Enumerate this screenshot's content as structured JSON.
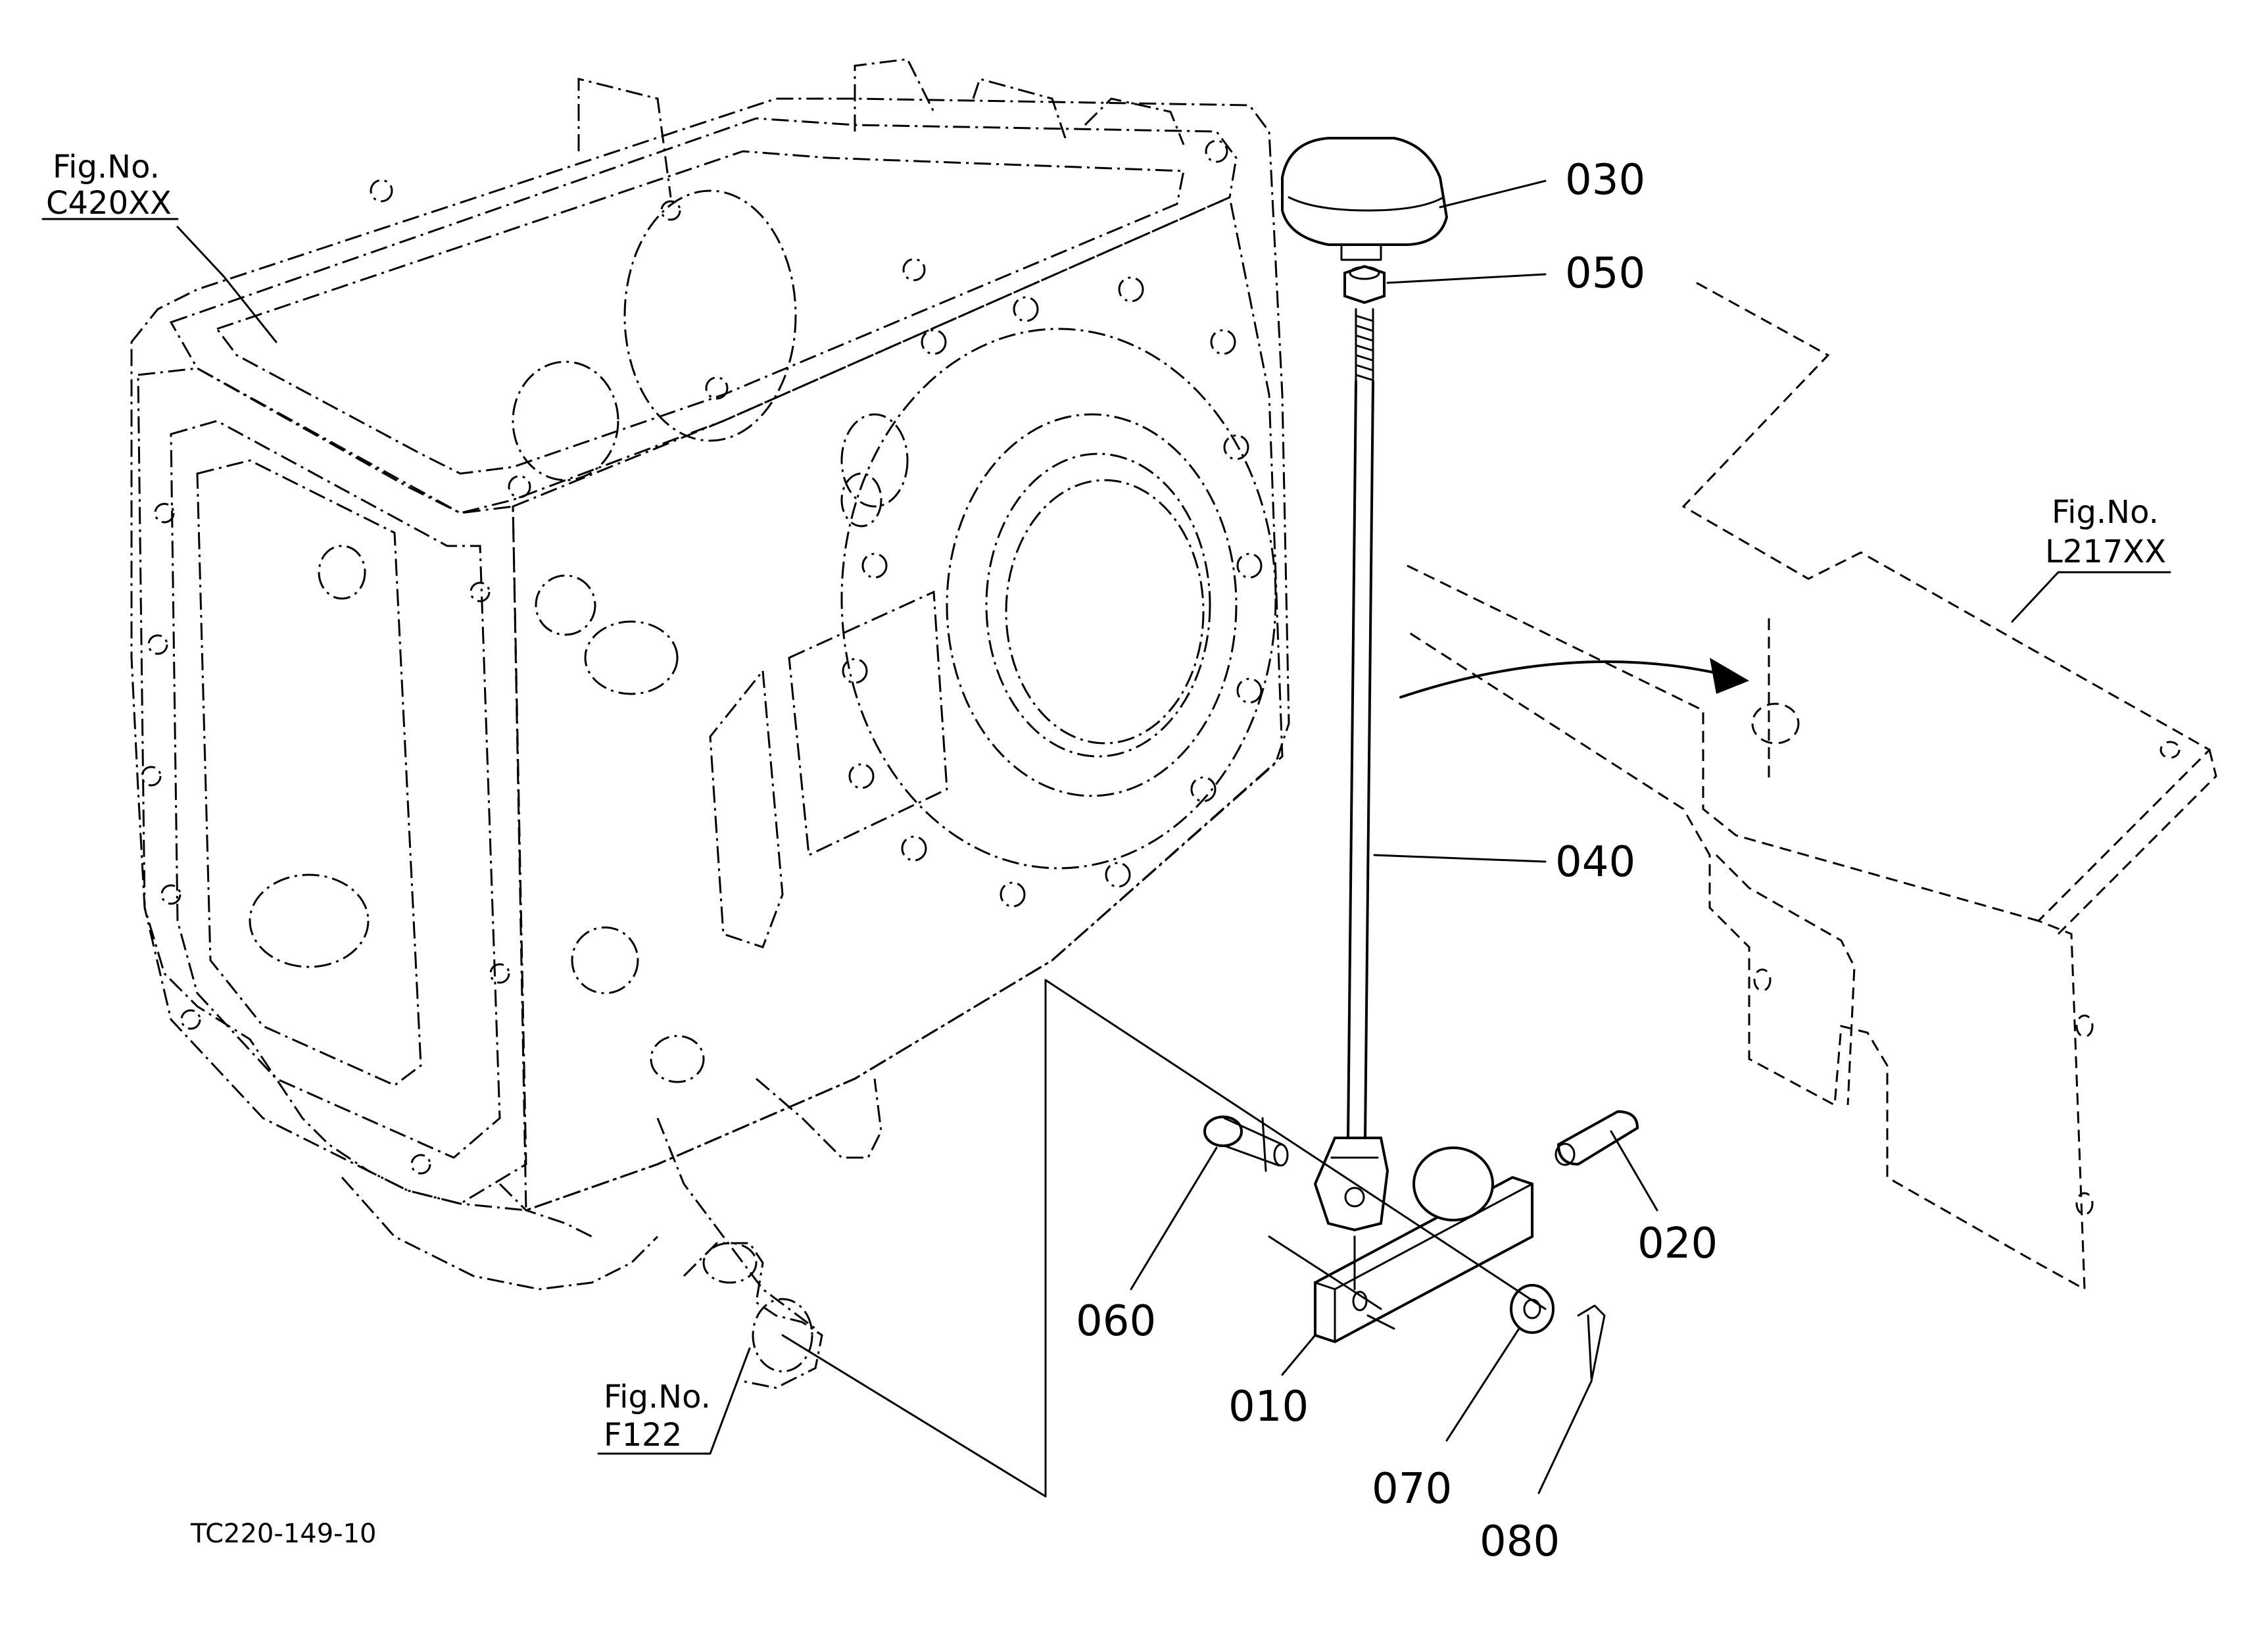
{
  "figure_refs": [
    {
      "line1": "Fig.No.",
      "line2": "C420XX"
    },
    {
      "line1": "Fig.No.",
      "line2": "L217XX"
    },
    {
      "line1": "Fig.No.",
      "line2": "F122"
    }
  ],
  "part_labels": {
    "p030": "030",
    "p050": "050",
    "p040": "040",
    "p020": "020",
    "p060": "060",
    "p010": "010",
    "p070": "070",
    "p080": "080"
  },
  "drawing_code": "TC220-149-10"
}
